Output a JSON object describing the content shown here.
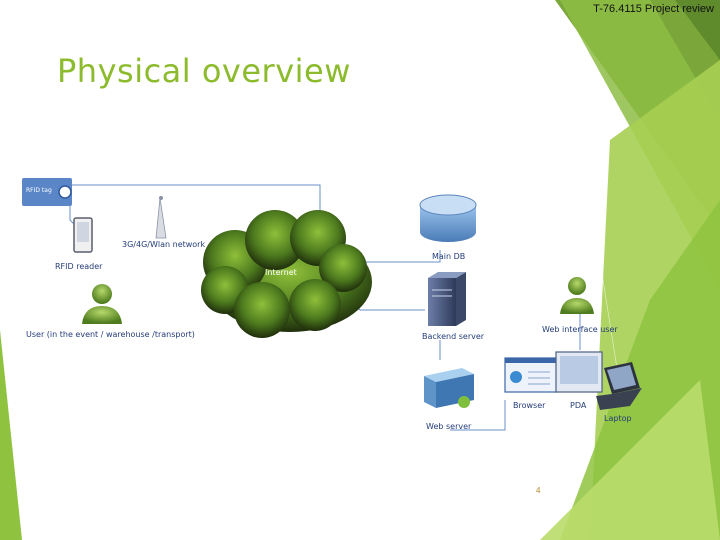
{
  "header": {
    "course_title": "T-76.4115 Project review"
  },
  "slide": {
    "title": "Physical overview",
    "page_number": "4"
  },
  "diagram": {
    "labels": {
      "rfid_tag": "RFID tag",
      "network": "3G/4G/Wlan network",
      "rfid_reader": "RFID reader",
      "internet": "Internet",
      "user": "User (in the event / warehouse /transport)",
      "main_db": "Main DB",
      "backend_server": "Backend server",
      "web_interface_user": "Web interface user",
      "browser": "Browser",
      "pda": "PDA",
      "laptop": "Laptop",
      "web_server": "Web server"
    }
  },
  "colors": {
    "accent_green": "#8cbb2d",
    "label_blue": "#243c78",
    "dark_green": "#6d9a2e"
  }
}
